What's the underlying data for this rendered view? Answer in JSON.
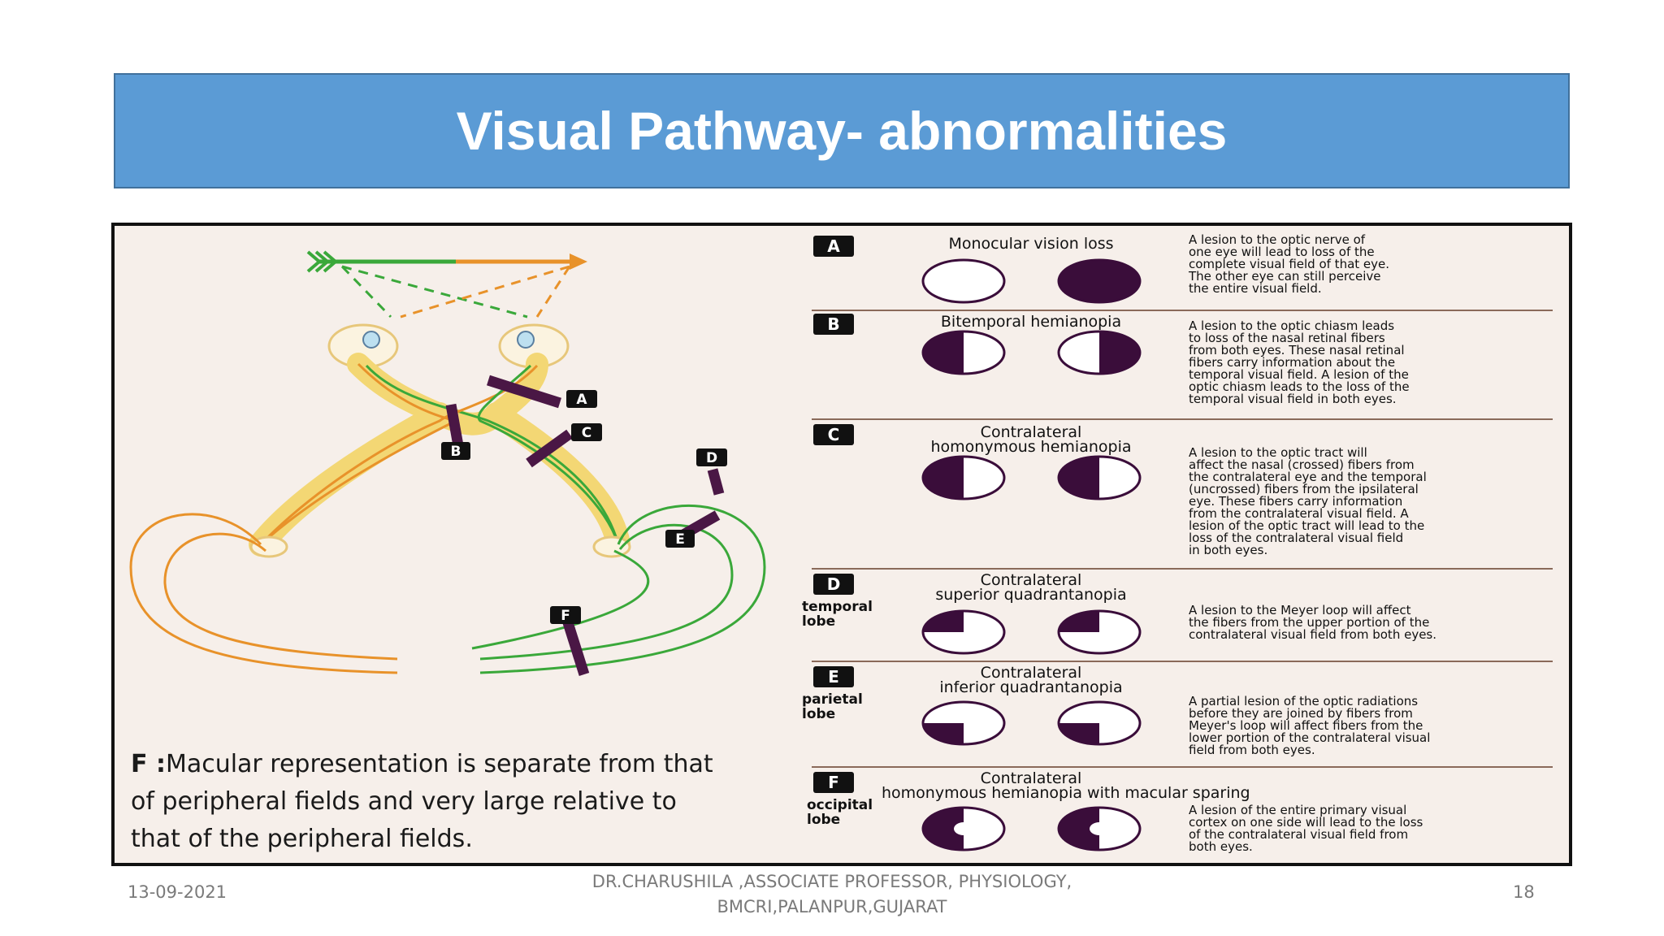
{
  "slide": {
    "title": "Visual Pathway- abnormalities",
    "footer_date": "13-09-2021",
    "footer_author_line1": "DR.CHARUSHILA ,ASSOCIATE PROFESSOR, PHYSIOLOGY,",
    "footer_author_line2": "BMCRI,PALANPUR,GUJARAT",
    "page_number": "18"
  },
  "caption": {
    "label": "F :",
    "text_line1": "Macular representation is separate from that",
    "text_line2": "of  peripheral fields and very large relative to",
    "text_line3": "that of the peripheral fields."
  },
  "diagram_markers": [
    "A",
    "B",
    "C",
    "D",
    "E",
    "F"
  ],
  "colors": {
    "title_bar": "#5b9bd5",
    "field_dark": "#3a0d3a",
    "pathway_green": "#3aa83a",
    "pathway_orange": "#e8922a",
    "optic_nerve_yellow": "#f3d774",
    "lesion_bar": "#4a1745"
  },
  "rows": [
    {
      "letter": "A",
      "lobe": "",
      "defect_line1": "Monocular vision loss",
      "defect_line2": "",
      "desc": [
        "A lesion to the optic nerve of",
        "one eye will lead to loss of the",
        "complete visual field of that eye.",
        "The other eye can still perceive",
        "the entire visual field."
      ]
    },
    {
      "letter": "B",
      "lobe": "",
      "defect_line1": "Bitemporal hemianopia",
      "defect_line2": "",
      "desc": [
        "A lesion to the optic chiasm leads",
        "to loss of the nasal retinal fibers",
        "from both eyes. These nasal retinal",
        "fibers carry information about the",
        "temporal visual field. A lesion of the",
        "optic chiasm leads to the loss of the",
        "temporal visual field in both eyes."
      ]
    },
    {
      "letter": "C",
      "lobe": "",
      "defect_line1": "Contralateral",
      "defect_line2": "homonymous hemianopia",
      "desc": [
        "A lesion to the optic tract will",
        "affect the nasal (crossed) fibers from",
        "the contralateral eye and the temporal",
        "(uncrossed) fibers from the ipsilateral",
        "eye. These fibers carry information",
        "from the contralateral visual field. A",
        "lesion of the optic tract will lead to the",
        "loss of the contralateral visual field",
        "in both eyes."
      ]
    },
    {
      "letter": "D",
      "lobe_line1": "temporal",
      "lobe_line2": "lobe",
      "defect_line1": "Contralateral",
      "defect_line2": "superior quadrantanopia",
      "desc": [
        "A lesion to the Meyer loop will affect",
        "the fibers from the upper portion of the",
        "contralateral visual field from both eyes."
      ]
    },
    {
      "letter": "E",
      "lobe_line1": "parietal",
      "lobe_line2": "lobe",
      "defect_line1": "Contralateral",
      "defect_line2": "inferior quadrantanopia",
      "desc": [
        "A partial lesion of the optic radiations",
        "before they are joined by fibers from",
        "Meyer's loop will affect fibers from the",
        "lower portion of the contralateral visual",
        "field from both eyes."
      ]
    },
    {
      "letter": "F",
      "lobe_line1": "occipital",
      "lobe_line2": "lobe",
      "defect_line1": "Contralateral",
      "defect_line2": "homonymous hemianopia  with macular sparing",
      "desc": [
        "A lesion of the entire primary visual",
        "cortex on one side will lead to the loss",
        "of the contralateral visual field from",
        "both eyes."
      ]
    }
  ]
}
